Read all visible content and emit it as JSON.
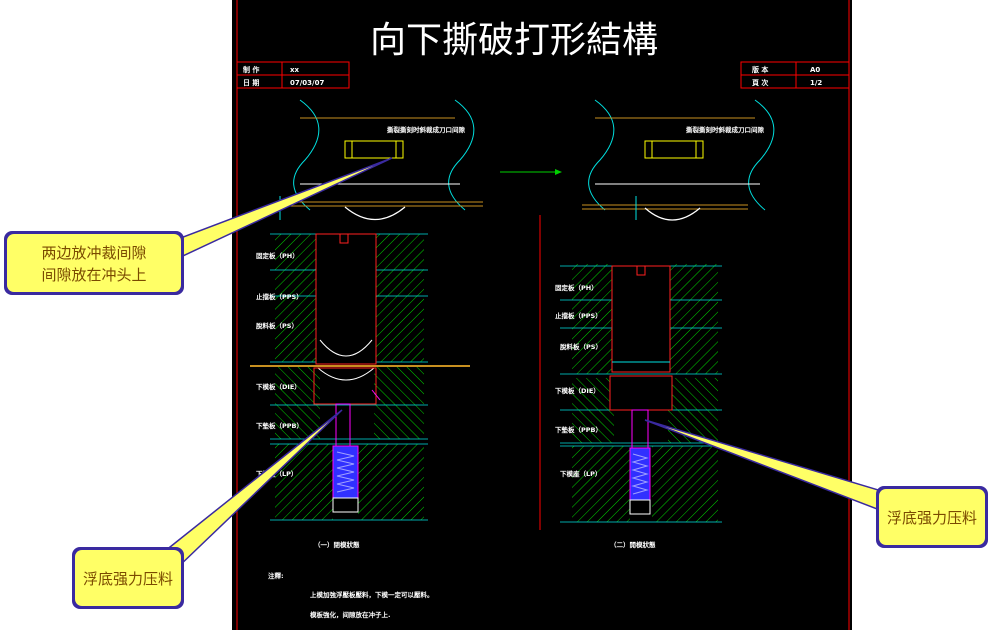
{
  "drawing": {
    "title": "向下撕破打形結構",
    "title_block": {
      "left": [
        {
          "label": "制 作",
          "value": "xx"
        },
        {
          "label": "日 期",
          "value": "07/03/07"
        }
      ],
      "right": [
        {
          "label": "版 本",
          "value": "A0"
        },
        {
          "label": "頁 次",
          "value": "1/2"
        }
      ]
    }
  },
  "views": {
    "left_top_label": "撕裂撕刻时斜裁成刀口间隙",
    "right_top_label": "撕裂撕刻时斜裁成刀口间隙",
    "left_plates": [
      "固定板（PH）",
      "止擋板（PPS）",
      "脫料板（PS）",
      "下模板（DIE）",
      "下墊板（PPB）",
      "下模座（LP）"
    ],
    "right_plates": [
      "固定板（PH）",
      "止擋板（PPS）",
      "脫料板（PS）",
      "下模板（DIE）",
      "下墊板（PPB）",
      "下模座（LP）"
    ],
    "left_caption": "（一）閉模狀態",
    "right_caption": "（二）開模狀態"
  },
  "notes": {
    "heading": "注釋:",
    "line1": "上模加強浮壓板壓料，下模一定可以壓料。",
    "line2": "模板強化，间隙放在冲子上."
  },
  "callouts": {
    "top_left_line1": "两边放冲裁间隙",
    "top_left_line2": "间隙放在冲头上",
    "bottom_left": "浮底强力压料",
    "bottom_right": "浮底强力压料"
  },
  "colors": {
    "sheet_bg": "#000000",
    "frame": "#ff0000",
    "hatch": "#00d000",
    "cyan": "#00e0e0",
    "yellow": "#ffff00",
    "magenta": "#ff00ff",
    "callout_fill": "#ffff66",
    "callout_border": "#3a2aa0"
  }
}
